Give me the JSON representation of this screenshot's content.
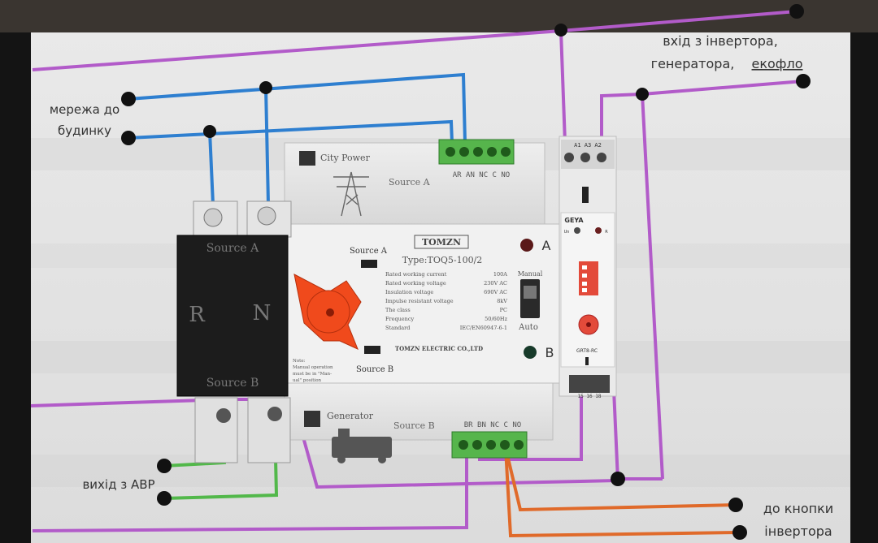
{
  "labels": {
    "inverter_input_line1": "вхід з інвертора,",
    "inverter_input_line2": "генератора,",
    "inverter_input_ecoflow": "екофло",
    "mains_to_house_line1": "мережа до",
    "mains_to_house_line2": "будинку",
    "ats_output": "вихід з АВР",
    "to_inverter_button_line1": "до кнопки",
    "to_inverter_button_line2": "інвертора"
  },
  "ats": {
    "brand": "TOMZN",
    "type": "Type:TOQ5-100/2",
    "source_a": "Source A",
    "source_b": "Source B",
    "city_power": "City Power",
    "generator": "Generator",
    "pole_r": "R",
    "pole_n": "N",
    "indicator_a": "A",
    "indicator_b": "B",
    "mode_manual": "Manual",
    "mode_auto": "Auto",
    "terminals_a": "AR AN NC C NO",
    "terminals_b": "BR BN NC C NO",
    "specs": [
      {
        "name": "Rated working current",
        "value": "100A"
      },
      {
        "name": "Rated working voltage",
        "value": "230V AC"
      },
      {
        "name": "Insulation voltage",
        "value": "690V AC"
      },
      {
        "name": "Impulse resistant voltage",
        "value": "8kV"
      },
      {
        "name": "The class",
        "value": "PC"
      },
      {
        "name": "Frequency",
        "value": "50/60Hz"
      },
      {
        "name": "Standard",
        "value": "IEC/EN60947-6-1"
      }
    ],
    "manufacturer": "TOMZN ELECTRIC CO.,LTD",
    "note_title": "Note:",
    "note_line1": "Manual operation",
    "note_line2": "must be in \"Man-",
    "note_line3": "ual\" position"
  },
  "relay": {
    "brand": "GEYA",
    "model": "GRT8-RC",
    "top_terminals": "A1 A3 A2",
    "bottom_terminals": "15 16 18",
    "led_un": "Un",
    "led_r": "R"
  },
  "colors": {
    "purple_wire": "#b25bc9",
    "blue_wire": "#2e7fd0",
    "green_wire": "#52b84a",
    "orange_wire": "#e06a2a",
    "knob_red": "#f04a1c"
  }
}
